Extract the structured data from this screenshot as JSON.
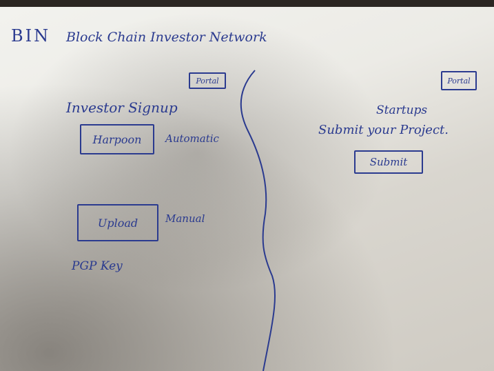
{
  "header": {
    "logo": "BIN",
    "title": "Block Chain Investor Network"
  },
  "left_panel": {
    "portal_label": "Portal",
    "heading": "Investor Signup",
    "harpoon_button": "Harpoon",
    "harpoon_note": "Automatic",
    "upload_button": "Upload",
    "upload_note": "Manual",
    "pgp_label": "PGP Key"
  },
  "right_panel": {
    "portal_label": "Portal",
    "heading": "Startups",
    "subheading": "Submit your Project.",
    "submit_button": "Submit"
  },
  "colors": {
    "ink": "#2a3a8f",
    "paper": "#f2f2ee"
  }
}
